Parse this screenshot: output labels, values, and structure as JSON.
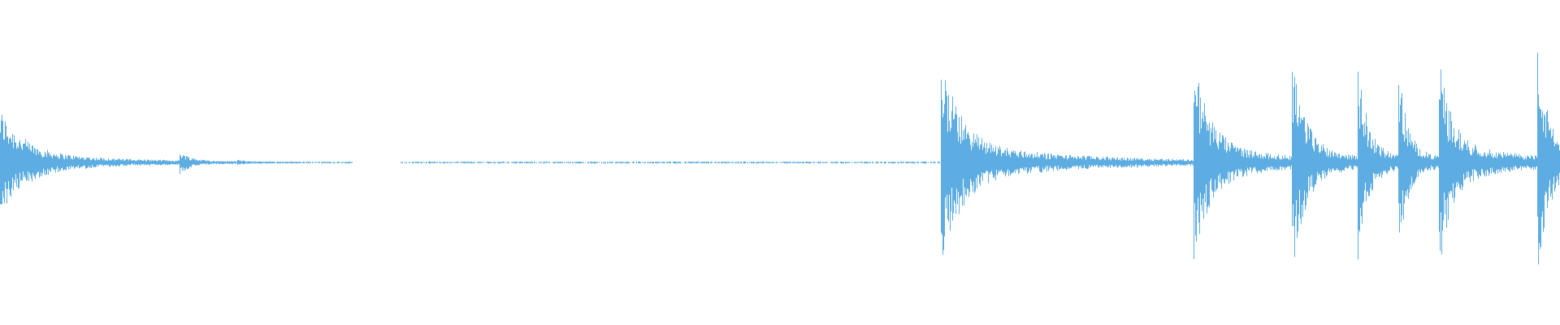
{
  "waveform": {
    "color": "#5dade2",
    "background": "#ffffff",
    "events": [
      {
        "start": 0.0,
        "peak": 0.46,
        "decay": 0.06,
        "tail": 0.08
      },
      {
        "start": 0.115,
        "peak": 0.1,
        "decay": 0.03,
        "tail": 0.05
      },
      {
        "start": 0.152,
        "peak": 0.03,
        "decay": 0.02,
        "tail": 0.04
      },
      {
        "start": 0.603,
        "peak": 0.9,
        "decay": 0.05,
        "tail": 0.09
      },
      {
        "start": 0.765,
        "peak": 0.9,
        "decay": 0.04,
        "tail": 0.06
      },
      {
        "start": 0.828,
        "peak": 1.0,
        "decay": 0.03,
        "tail": 0.035
      },
      {
        "start": 0.87,
        "peak": 1.0,
        "decay": 0.02,
        "tail": 0.025
      },
      {
        "start": 0.896,
        "peak": 0.9,
        "decay": 0.02,
        "tail": 0.022
      },
      {
        "start": 0.922,
        "peak": 0.96,
        "decay": 0.03,
        "tail": 0.06
      },
      {
        "start": 0.985,
        "peak": 1.0,
        "decay": 0.03,
        "tail": 0.015
      }
    ],
    "silent_gaps": [
      {
        "start": 0.226,
        "end": 0.256
      }
    ]
  }
}
